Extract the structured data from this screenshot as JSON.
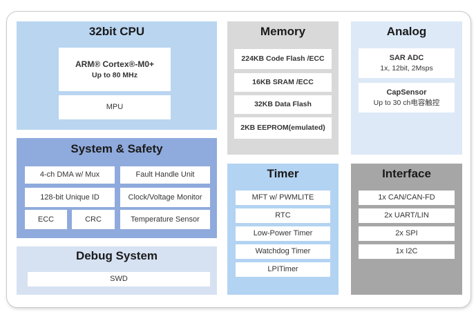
{
  "colors": {
    "cpu_panel": "#b9d5f0",
    "safety_panel": "#8faadc",
    "debug_panel": "#d6e1f2",
    "memory_panel": "#d9d9d9",
    "analog_panel": "#dde9f7",
    "timer_panel": "#b3d3f2",
    "interface_panel": "#a6a6a6"
  },
  "cpu": {
    "title": "32bit CPU",
    "core_name": "ARM® Cortex®-M0+",
    "core_speed": "Up to 80 MHz",
    "mpu": "MPU"
  },
  "safety": {
    "title": "System & Safety",
    "dma": "4-ch DMA w/ Mux",
    "fault": "Fault Handle Unit",
    "uid": "128-bit Unique ID",
    "clock": "Clock/Voltage Monitor",
    "ecc": "ECC",
    "crc": "CRC",
    "temp": "Temperature Sensor"
  },
  "debug": {
    "title": "Debug System",
    "swd": "SWD"
  },
  "memory": {
    "title": "Memory",
    "items": [
      "224KB Code Flash /ECC",
      "16KB SRAM /ECC",
      "32KB Data Flash",
      "2KB EEPROM(emulated)"
    ]
  },
  "timer": {
    "title": "Timer",
    "items": [
      "MFT w/ PWMLITE",
      "RTC",
      "Low-Power Timer",
      "Watchdog Timer",
      "LPITimer"
    ]
  },
  "analog": {
    "title": "Analog",
    "adc_name": "SAR ADC",
    "adc_spec": "1x, 12bit, 2Msps",
    "cap_name": "CapSensor",
    "cap_spec": "Up to 30 ch电容触控"
  },
  "interface": {
    "title": "Interface",
    "items": [
      "1x CAN/CAN-FD",
      "2x UART/LIN",
      "2x SPI",
      "1x I2C"
    ]
  }
}
